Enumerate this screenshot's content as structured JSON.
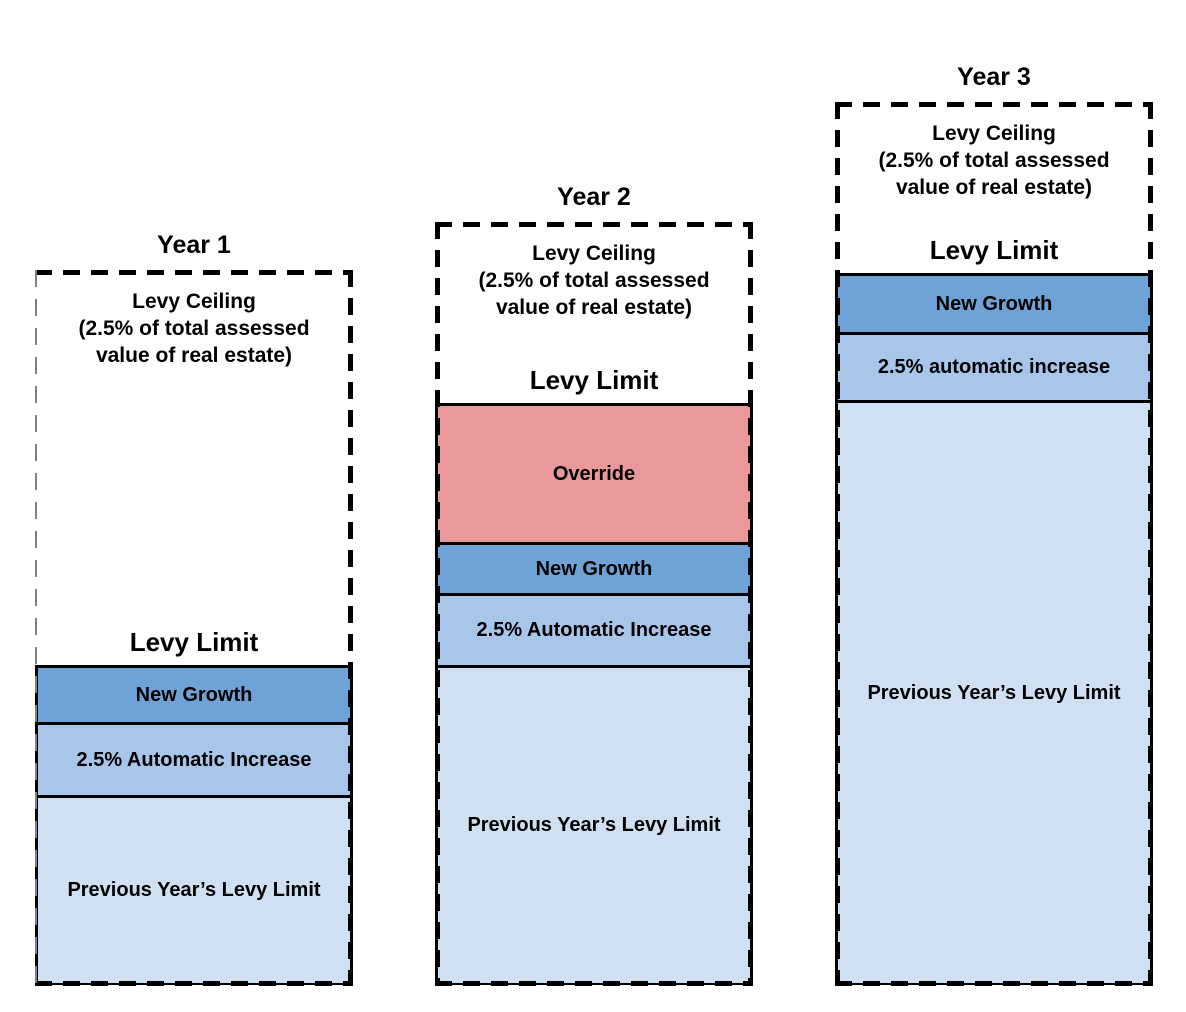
{
  "colors": {
    "outline": "#000000",
    "year1_left_dash": "#7F7F7F",
    "background": "#FFFFFF",
    "new_growth": "#6FA3D8",
    "automatic_increase": "#A8C6E9",
    "previous_levy_limit": "#CFE0F2",
    "override": "#EB989B"
  },
  "years": [
    {
      "title": "Year 1",
      "ceiling_title": "Levy Ceiling",
      "ceiling_subtitle": "(2.5% of total assessed value of real estate)",
      "levy_limit_label": "Levy Limit",
      "segments": [
        {
          "label": "New Growth",
          "color": "#6FA3D8"
        },
        {
          "label": "2.5% Automatic Increase",
          "color": "#A8C6E9"
        },
        {
          "label": "Previous Year’s Levy Limit",
          "color": "#CFE0F2"
        }
      ]
    },
    {
      "title": "Year 2",
      "ceiling_title": "Levy Ceiling",
      "ceiling_subtitle": "(2.5% of total assessed value of real estate)",
      "levy_limit_label": "Levy Limit",
      "segments": [
        {
          "label": "Override",
          "color": "#EB989B"
        },
        {
          "label": "New Growth",
          "color": "#6FA3D8"
        },
        {
          "label": "2.5% Automatic Increase",
          "color": "#A8C6E9"
        },
        {
          "label": "Previous Year’s Levy Limit",
          "color": "#CFE0F2"
        }
      ]
    },
    {
      "title": "Year 3",
      "ceiling_title": "Levy Ceiling",
      "ceiling_subtitle": "(2.5% of total assessed value of real estate)",
      "levy_limit_label": "Levy Limit",
      "segments": [
        {
          "label": "New Growth",
          "color": "#6FA3D8"
        },
        {
          "label": "2.5% automatic increase",
          "color": "#A8C6E9"
        },
        {
          "label": "Previous Year’s Levy Limit",
          "color": "#CFE0F2"
        }
      ]
    }
  ]
}
